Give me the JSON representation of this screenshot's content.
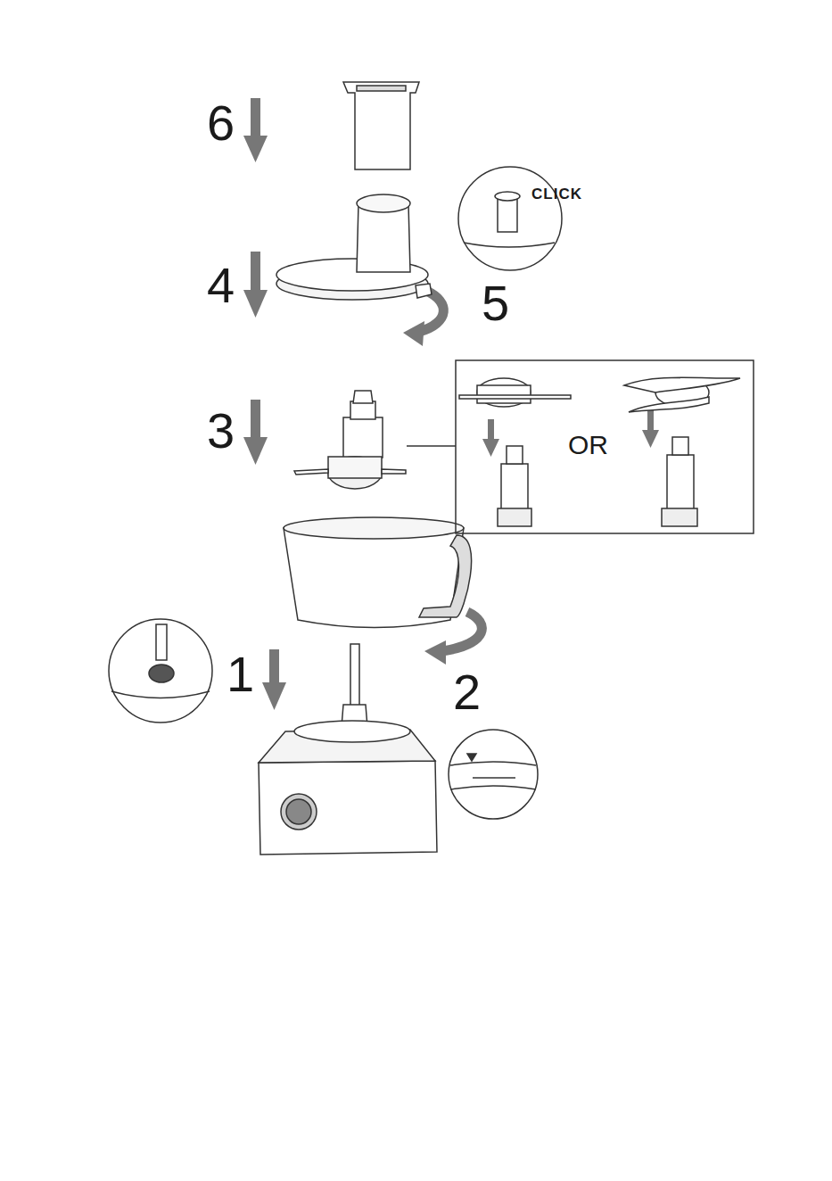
{
  "diagram": {
    "labels": [
      "6",
      "CLICK",
      "4",
      "5",
      "3",
      "OR",
      "1",
      "2"
    ]
  }
}
